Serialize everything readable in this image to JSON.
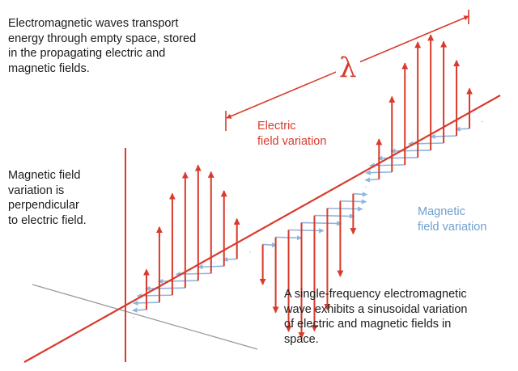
{
  "texts": {
    "intro": "Electromagnetic waves transport\nenergy through empty space, stored\nin the propagating electric and\nmagnetic fields.",
    "perpendicular": "Magnetic field\nvariation is\nperpendicular\nto electric field.",
    "single_frequency": "A single-frequency electromagnetic\nwave exhibits a sinusoidal variation\nof electric and magnetic fields in\nspace."
  },
  "labels": {
    "electric": "Electric\nfield variation",
    "magnetic": "Magnetic\nfield variation",
    "wavelength_symbol": "λ"
  },
  "colors": {
    "electric": "#d93a2b",
    "magnetic": "#8fb6dd",
    "axis_gray": "#9a9a9a",
    "text": "#1c1c1c"
  },
  "wave": {
    "cycles_shown": 1.5,
    "arrow_count": 28,
    "electric_direction": "vertical",
    "magnetic_direction": "horizontal (perpendicular to electric)"
  }
}
